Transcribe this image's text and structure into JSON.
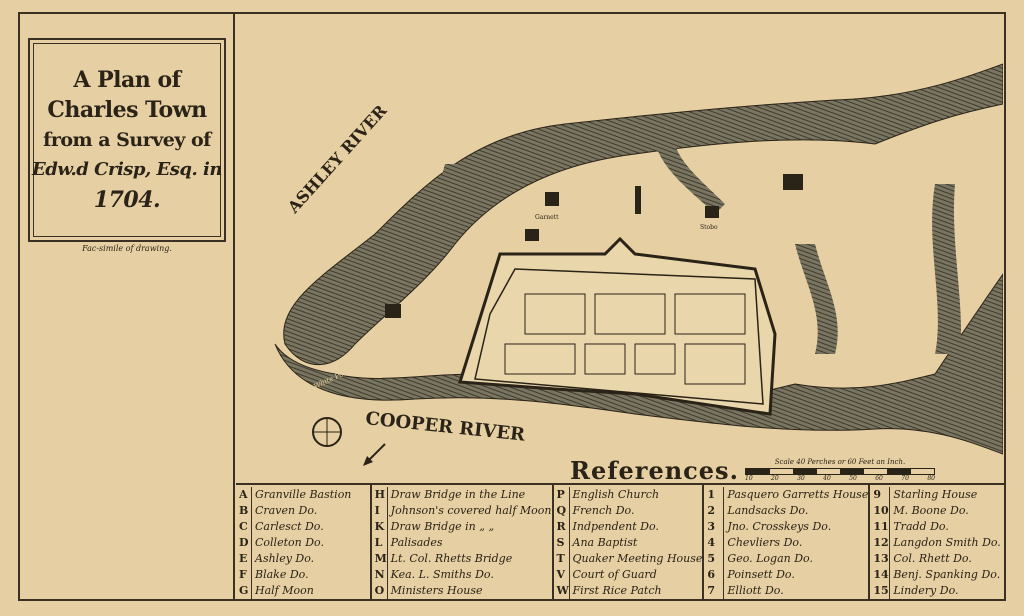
{
  "title": {
    "line1": "A Plan of",
    "line2": "Charles Town",
    "line3": "from a Survey of",
    "line4": "Edw.d Crisp, Esq. in",
    "line5": "1704."
  },
  "facsimile": "Fac-simile of drawing.",
  "map_labels": {
    "ashley": "ASHLEY RIVER",
    "cooper": "COOPER RIVER",
    "white_point": "White Point",
    "garnett": "Garnett",
    "stobo": "Stobo"
  },
  "colors": {
    "paper": "#e6cfa2",
    "ink": "#2a2318",
    "water": "#5d5a48"
  },
  "references_title": "References.",
  "scale": {
    "label": "Scale 40 Perches or 60 Feet an Inch.",
    "ticks": [
      "10",
      "20",
      "30",
      "40",
      "50",
      "60",
      "70",
      "80"
    ]
  },
  "references": [
    [
      {
        "k": "A",
        "t": "Granville Bastion"
      },
      {
        "k": "B",
        "t": "Craven      Do."
      },
      {
        "k": "C",
        "t": "Carlesct      Do."
      },
      {
        "k": "D",
        "t": "Colleton      Do."
      },
      {
        "k": "E",
        "t": "Ashley      Do."
      },
      {
        "k": "F",
        "t": "Blake      Do."
      },
      {
        "k": "G",
        "t": "Half Moon"
      }
    ],
    [
      {
        "k": "H",
        "t": "Draw Bridge in the Line"
      },
      {
        "k": "I",
        "t": "Johnson's covered half Moon"
      },
      {
        "k": "K",
        "t": "Draw Bridge in  „  „"
      },
      {
        "k": "L",
        "t": "Palisades"
      },
      {
        "k": "M",
        "t": "Lt. Col. Rhetts Bridge"
      },
      {
        "k": "N",
        "t": "Kea. L. Smiths Do."
      },
      {
        "k": "O",
        "t": "Ministers House"
      }
    ],
    [
      {
        "k": "P",
        "t": "English Church"
      },
      {
        "k": "Q",
        "t": "French      Do."
      },
      {
        "k": "R",
        "t": "Indpendent Do."
      },
      {
        "k": "S",
        "t": "Ana Baptist"
      },
      {
        "k": "T",
        "t": "Quaker Meeting House"
      },
      {
        "k": "V",
        "t": "Court of Guard"
      },
      {
        "k": "W",
        "t": "First Rice Patch"
      }
    ],
    [
      {
        "k": "1",
        "t": "Pasquero Garretts House"
      },
      {
        "k": "2",
        "t": "Landsacks      Do."
      },
      {
        "k": "3",
        "t": "Jno. Crosskeys    Do."
      },
      {
        "k": "4",
        "t": "Chevliers      Do."
      },
      {
        "k": "5",
        "t": "Geo. Logan      Do."
      },
      {
        "k": "6",
        "t": "Poinsett      Do."
      },
      {
        "k": "7",
        "t": "Elliott      Do."
      }
    ],
    [
      {
        "k": "9",
        "t": "Starling House"
      },
      {
        "k": "10",
        "t": "M. Boone   Do."
      },
      {
        "k": "11",
        "t": "Tradd    Do."
      },
      {
        "k": "12",
        "t": "Langdon Smith Do."
      },
      {
        "k": "13",
        "t": "Col. Rhett   Do."
      },
      {
        "k": "14",
        "t": "Benj. Spanking Do."
      },
      {
        "k": "15",
        "t": "Lindery    Do."
      }
    ]
  ]
}
